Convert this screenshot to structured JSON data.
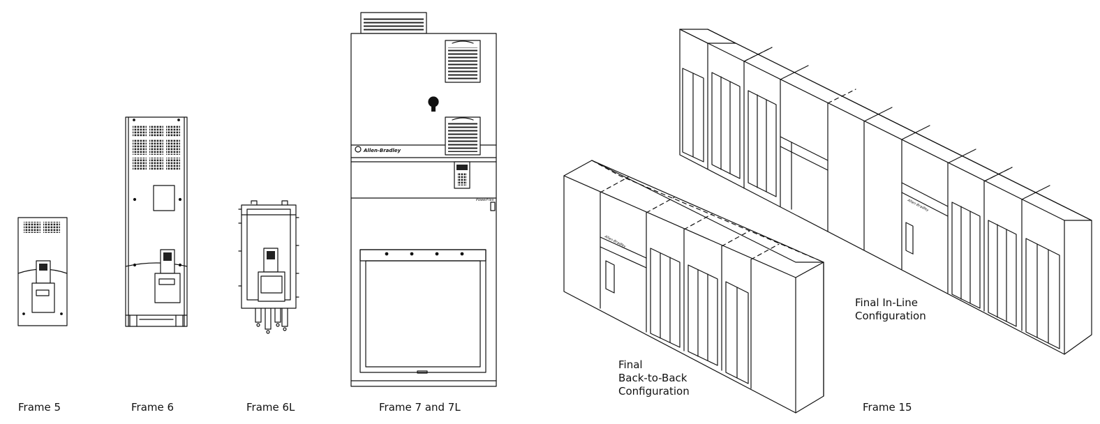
{
  "labels": {
    "frame5": "Frame 5",
    "frame6": "Frame 6",
    "frame6l": "Frame 6L",
    "frame7": "Frame 7 and 7L",
    "frame15": "Frame 15",
    "inline_config": [
      "Final In-Line",
      "Configuration"
    ],
    "backtoback_config": [
      "Final",
      "Back-to-Back",
      "Configuration"
    ]
  },
  "brand": {
    "name": "Allen-Bradley",
    "product": "PowerFlex"
  }
}
